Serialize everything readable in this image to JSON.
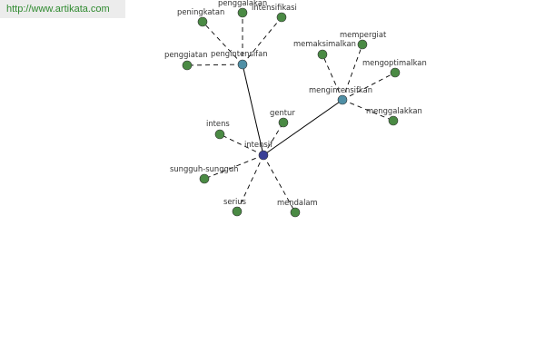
{
  "watermark": "http://www.artikata.com",
  "colors": {
    "leaf": "#4a8a44",
    "hub": "#4f8fa5",
    "center": "#3a3f96",
    "edge": "#000000"
  },
  "nodes": {
    "intensif": "intensif",
    "pengintensifan": "pengintensifan",
    "mengintensifkan": "mengintensifkan",
    "peningkatan": "peningkatan",
    "penggalakan": "penggalakan",
    "intensifikasi": "intensifikasi",
    "penggiatan": "penggiatan",
    "mempergiat": "mempergiat",
    "memaksimalkan": "memaksimalkan",
    "mengoptimalkan": "mengoptimalkan",
    "menggalakkan": "menggalakkan",
    "intens": "intens",
    "gentur": "gentur",
    "sungguh_sungguh": "sungguh-sungguh",
    "serius": "serius",
    "mendalam": "mendalam"
  }
}
